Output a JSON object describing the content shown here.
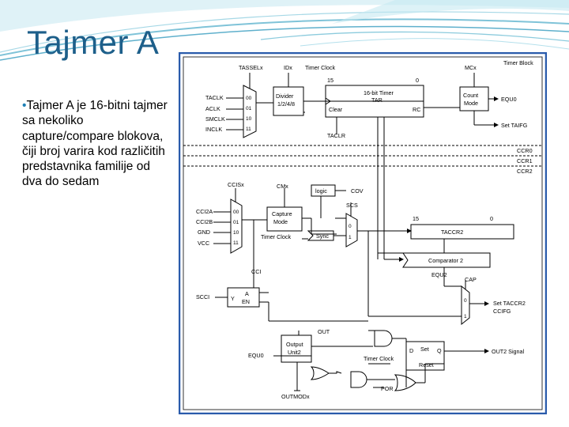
{
  "slide": {
    "title": "Tajmer A",
    "bullet_text": "Tajmer A je 16-bitni tajmer sa nekoliko capture/compare blokova, čiji broj varira kod različitih predstavnika familije od dva do sedam"
  },
  "diagram": {
    "timer_block_label": "Timer Block",
    "ccr_labels": [
      "CCR0",
      "CCR1",
      "CCR2"
    ],
    "tassel_label": "TASSELx",
    "clock_inputs": [
      "TACLK",
      "ACLK",
      "SMCLK",
      "INCLK"
    ],
    "mux_codes": [
      "00",
      "01",
      "10",
      "11"
    ],
    "idx_label": "IDx",
    "divider_label": "Divider",
    "divider_values": "1/2/4/8",
    "timer_clock_label": "Timer Clock",
    "bit15": "15",
    "bit0": "0",
    "timer_title": "16-bit Timer",
    "timer_sub": "TAR",
    "clear_label": "Clear",
    "rc_label": "RC",
    "mcx_label": "MCx",
    "count_mode": [
      "Count",
      "Mode"
    ],
    "equ0_label": "EQU0",
    "taclr_label": "TACLR",
    "set_taifg_label": "Set TAIFG",
    "ccisx_label": "CCISx",
    "cmx_label": "CMx",
    "logic_label": "logic",
    "cov_label": "COV",
    "cci_inputs": [
      "CCI2A",
      "CCI2B",
      "GND",
      "VCC"
    ],
    "capture_mode": [
      "Capture",
      "Mode"
    ],
    "scs_label": "SCS",
    "sync_label": "Sync",
    "sel_0": "0",
    "sel_1": "1",
    "cci_label": "CCI",
    "taccr_label": "TACCR2",
    "comparator_label": "Comparator 2",
    "equ2_label": "EQU2",
    "cap_label": "CAP",
    "scci_label": "SCCI",
    "y_label": "Y",
    "a_label": "A",
    "en_label": "EN",
    "set_taccr": [
      "Set TACCR2",
      "CCIFG"
    ],
    "out_label": "OUT",
    "output_unit": [
      "Output",
      "Unit2"
    ],
    "equ0_bottom": "EQU0",
    "d_label": "D",
    "set_label": "Set",
    "q_label": "Q",
    "reset_label": "Reset",
    "timer_clock_bottom": "Timer Clock",
    "out2_signal": "OUT2 Signal",
    "por_label": "POR",
    "outmod_label": "OUTMODx"
  }
}
